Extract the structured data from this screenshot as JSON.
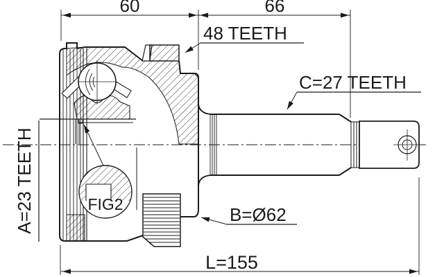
{
  "drawing": {
    "type": "cv-joint-outer-technical-drawing",
    "colors": {
      "ink": "#1a1a1a",
      "background": "#ffffff"
    },
    "dimensions": {
      "top_left_width": "60",
      "top_right_width": "66",
      "overall_length": "L=155"
    },
    "labels": {
      "abs_ring_teeth": "48 TEETH",
      "outer_spline_teeth": "C=27 TEETH",
      "inner_spline_teeth": "A=23 TEETH",
      "body_diameter": "B=Ø62",
      "detail_callout": "FIG2"
    }
  }
}
